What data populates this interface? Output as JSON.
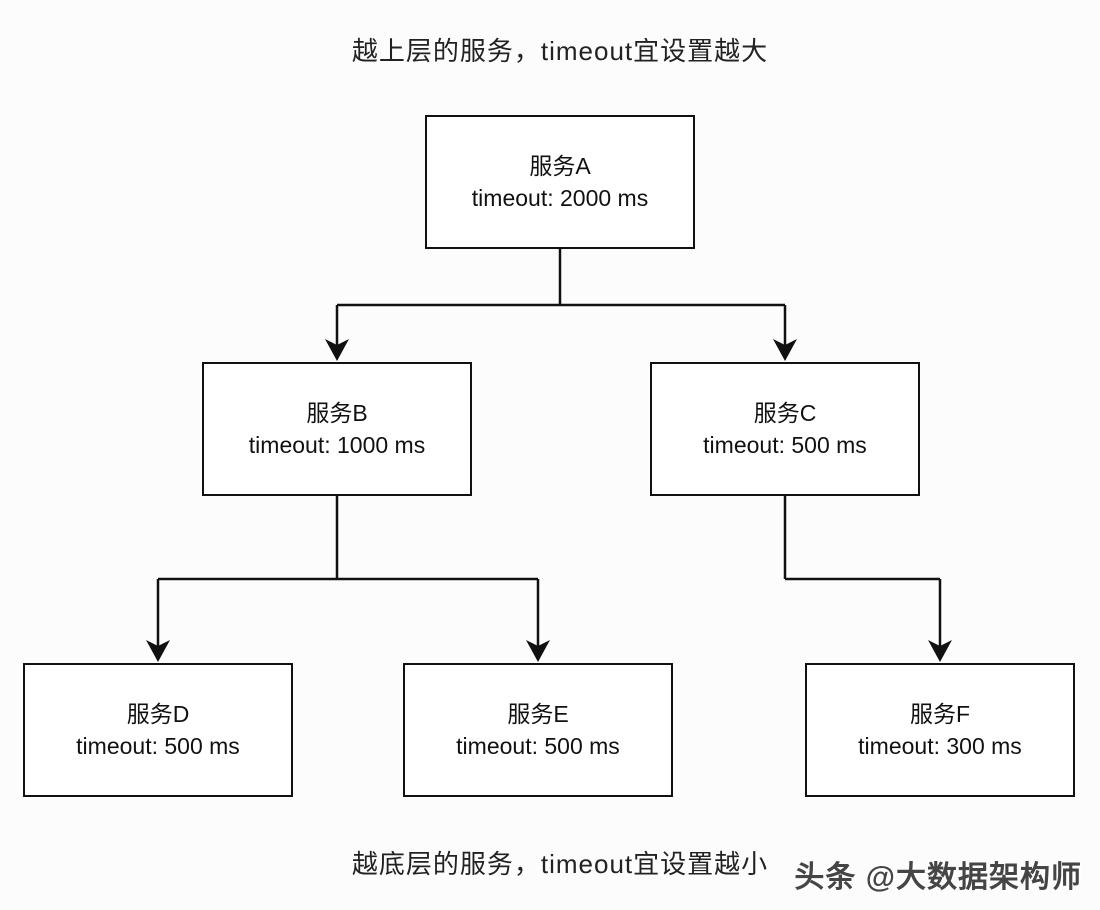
{
  "captions": {
    "top": "越上层的服务，timeout宜设置越大",
    "bottom": "越底层的服务，timeout宜设置越小"
  },
  "watermark": "头条 @大数据架构师",
  "colors": {
    "background": "#fcfcfc",
    "box_fill": "#ffffff",
    "line": "#111111",
    "text": "#111111"
  },
  "nodes": [
    {
      "id": "A",
      "label": "服务A",
      "timeout": "timeout: 2000 ms"
    },
    {
      "id": "B",
      "label": "服务B",
      "timeout": "timeout: 1000 ms"
    },
    {
      "id": "C",
      "label": "服务C",
      "timeout": "timeout: 500 ms"
    },
    {
      "id": "D",
      "label": "服务D",
      "timeout": "timeout: 500 ms"
    },
    {
      "id": "E",
      "label": "服务E",
      "timeout": "timeout: 500 ms"
    },
    {
      "id": "F",
      "label": "服务F",
      "timeout": "timeout: 300 ms"
    }
  ],
  "edges": [
    {
      "from": "A",
      "to": "B"
    },
    {
      "from": "A",
      "to": "C"
    },
    {
      "from": "B",
      "to": "D"
    },
    {
      "from": "B",
      "to": "E"
    },
    {
      "from": "C",
      "to": "F"
    }
  ]
}
